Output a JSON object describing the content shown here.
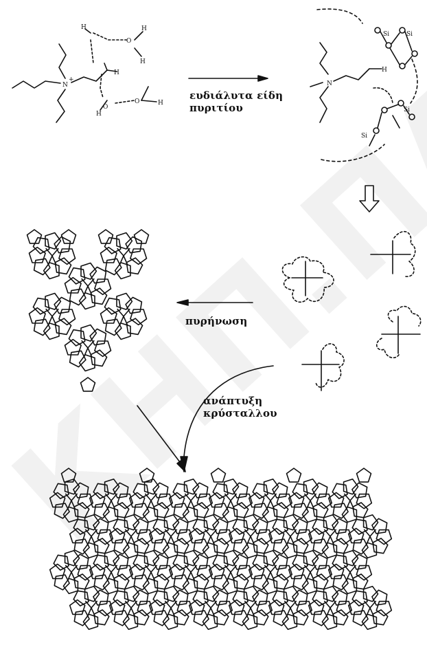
{
  "watermark": "ΚΗΠ.ΠΑΝ",
  "labels": {
    "step1": "ευδιάλυτα είδη",
    "step1_line2": "πυριτίου",
    "nucleation": "πυρήνωση",
    "growth": "ανάπτυξη",
    "growth_line2": "κρύσταλλου"
  },
  "atoms": {
    "nitrogen": "N",
    "nitrogen_charge": "+",
    "hydrogen": "H",
    "oxygen": "O",
    "silicon": "Si"
  },
  "colors": {
    "ink": "#111111",
    "background": "#ffffff"
  }
}
